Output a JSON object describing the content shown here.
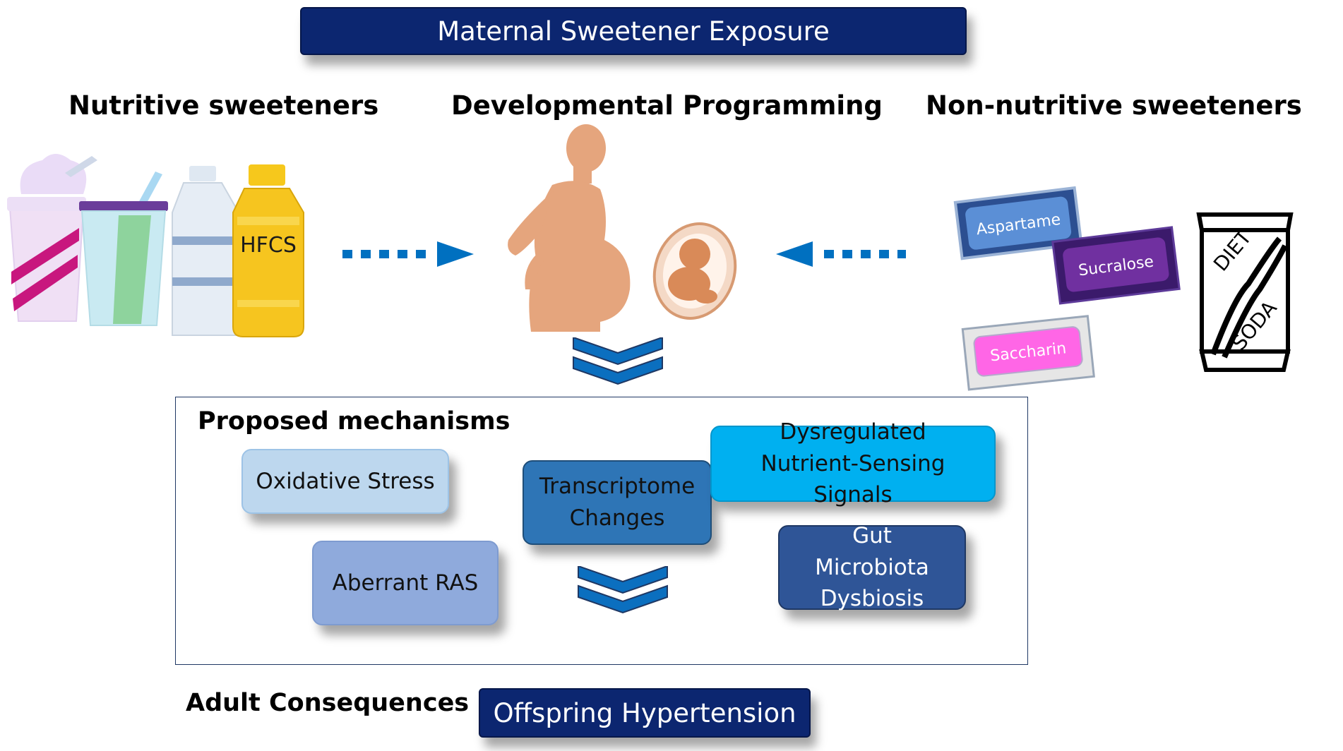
{
  "banner": {
    "title": "Maternal Sweetener Exposure"
  },
  "headings": {
    "left": "Nutritive sweeteners",
    "center": "Developmental Programming",
    "right": "Non-nutritive sweeteners"
  },
  "nutritive": {
    "bottle_label": "HFCS"
  },
  "non_nutritive": {
    "packets": [
      "Aspartame",
      "Sucralose",
      "Saccharin"
    ],
    "can_top": "DIET",
    "can_bottom": "SODA"
  },
  "mechanisms": {
    "title": "Proposed mechanisms",
    "items": [
      {
        "label": "Oxidative Stress"
      },
      {
        "label": "Aberrant RAS"
      },
      {
        "label": "Transcriptome Changes"
      },
      {
        "label": "Dysregulated Nutrient-Sensing Signals"
      },
      {
        "label": "Gut Microbiota Dysbiosis"
      }
    ]
  },
  "consequences": {
    "label": "Adult Consequences",
    "outcome": "Offspring Hypertension"
  },
  "colors": {
    "navy": "#0c2670",
    "box_light": "#bdd7ee",
    "box_periwinkle": "#8faadc",
    "box_mid": "#2e75b6",
    "box_cyan": "#00b0f0",
    "box_dark": "#2f5597",
    "arrow_blue": "#0070c0",
    "chevron_blue": "#0b6fbf",
    "skin": "#e5a57d"
  }
}
